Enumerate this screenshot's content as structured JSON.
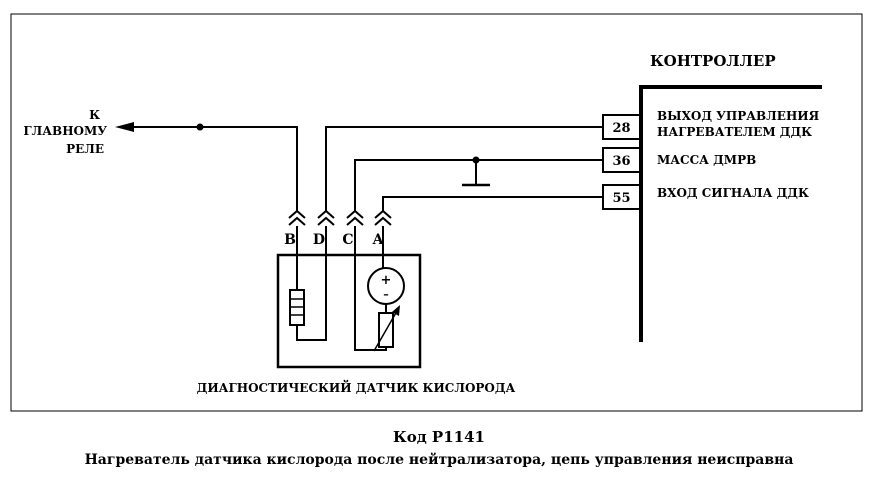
{
  "controller": {
    "title": "КОНТРОЛЛЕР",
    "pins": [
      {
        "num": "28",
        "label_line1": "ВЫХОД УПРАВЛЕНИЯ",
        "label_line2": "НАГРЕВАТЕЛЕМ ДДК"
      },
      {
        "num": "36",
        "label_line1": "МАССА ДМРВ"
      },
      {
        "num": "55",
        "label_line1": "ВХОД СИГНАЛА ДДК"
      }
    ]
  },
  "relay": {
    "line1": "К",
    "line2": "ГЛАВНОМУ",
    "line3": "РЕЛЕ"
  },
  "connector_pins": [
    "B",
    "D",
    "C",
    "A"
  ],
  "sensor": {
    "label": "ДИАГНОСТИЧЕСКИЙ ДАТЧИК КИСЛОРОДА",
    "plus": "+",
    "minus": "–"
  },
  "caption": {
    "title": "Код P1141",
    "subtitle": "Нагреватель датчика кислорода после нейтрализатора, цепь управления неисправна"
  }
}
